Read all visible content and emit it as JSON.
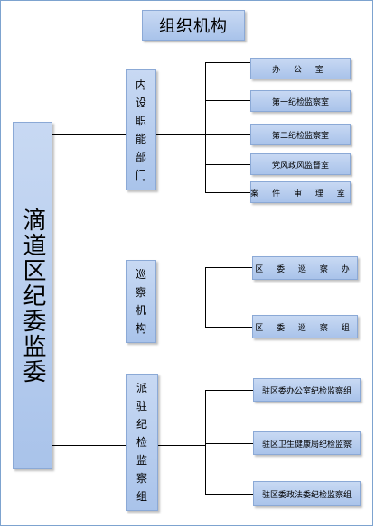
{
  "title": "组织机构",
  "root": "滴道区纪委监委",
  "groups": [
    {
      "label": [
        "内",
        "设",
        "职",
        "能",
        "部",
        "门"
      ],
      "children": [
        "办  公  室",
        "第一纪检监察室",
        "第二纪检监察室",
        "党风政风监督室",
        "案 件 审 理 室"
      ]
    },
    {
      "label": [
        "巡",
        "察",
        "机",
        "构"
      ],
      "children": [
        "区 委 巡 察 办",
        "区 委 巡 察 组"
      ]
    },
    {
      "label": [
        "派",
        "驻",
        "纪",
        "检",
        "监",
        "察",
        "组"
      ],
      "children": [
        "驻区委办公室纪检监察组",
        "驻区卫生健康局纪检监察",
        "驻区委政法委纪检监察组"
      ]
    }
  ]
}
